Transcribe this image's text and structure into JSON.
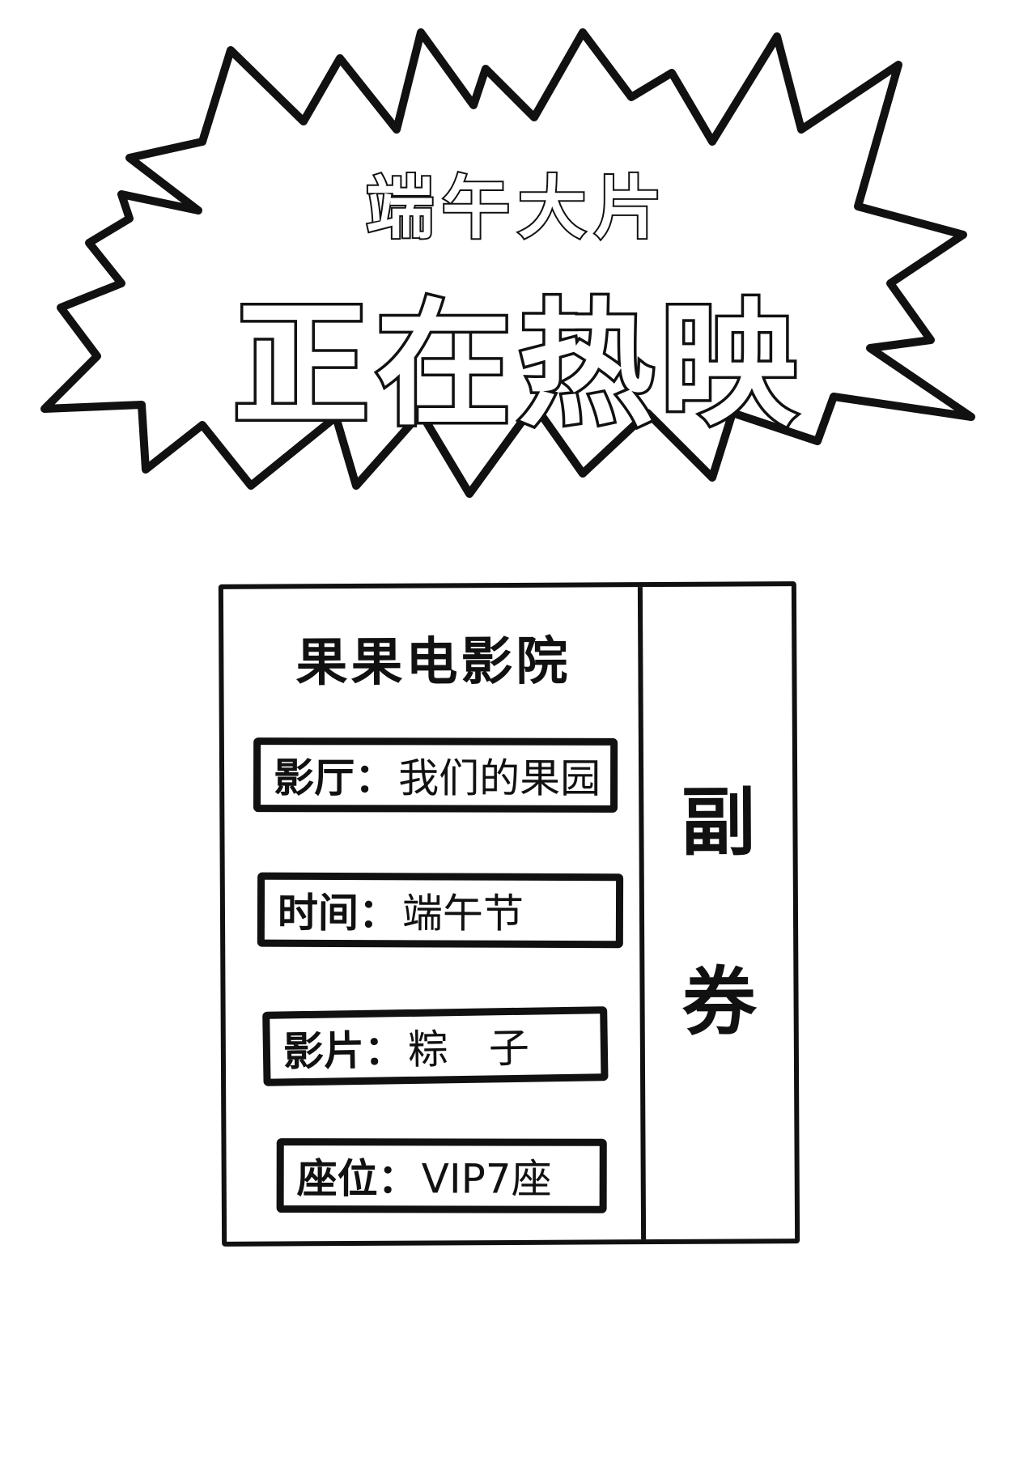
{
  "poster": {
    "subtitle": "端午大片",
    "title": "正在热映"
  },
  "ticket": {
    "cinema_name": "果果电影院",
    "fields": [
      {
        "label": "影厅：",
        "value": "我们的果园"
      },
      {
        "label": "时间：",
        "value": "端午节"
      },
      {
        "label": "影片：",
        "value": "粽　子"
      },
      {
        "label": "座位：",
        "value": "VIP7座"
      }
    ],
    "stub": {
      "char1": "副",
      "char2": "券"
    }
  },
  "colors": {
    "ink": "#111111",
    "paper": "#ffffff"
  }
}
